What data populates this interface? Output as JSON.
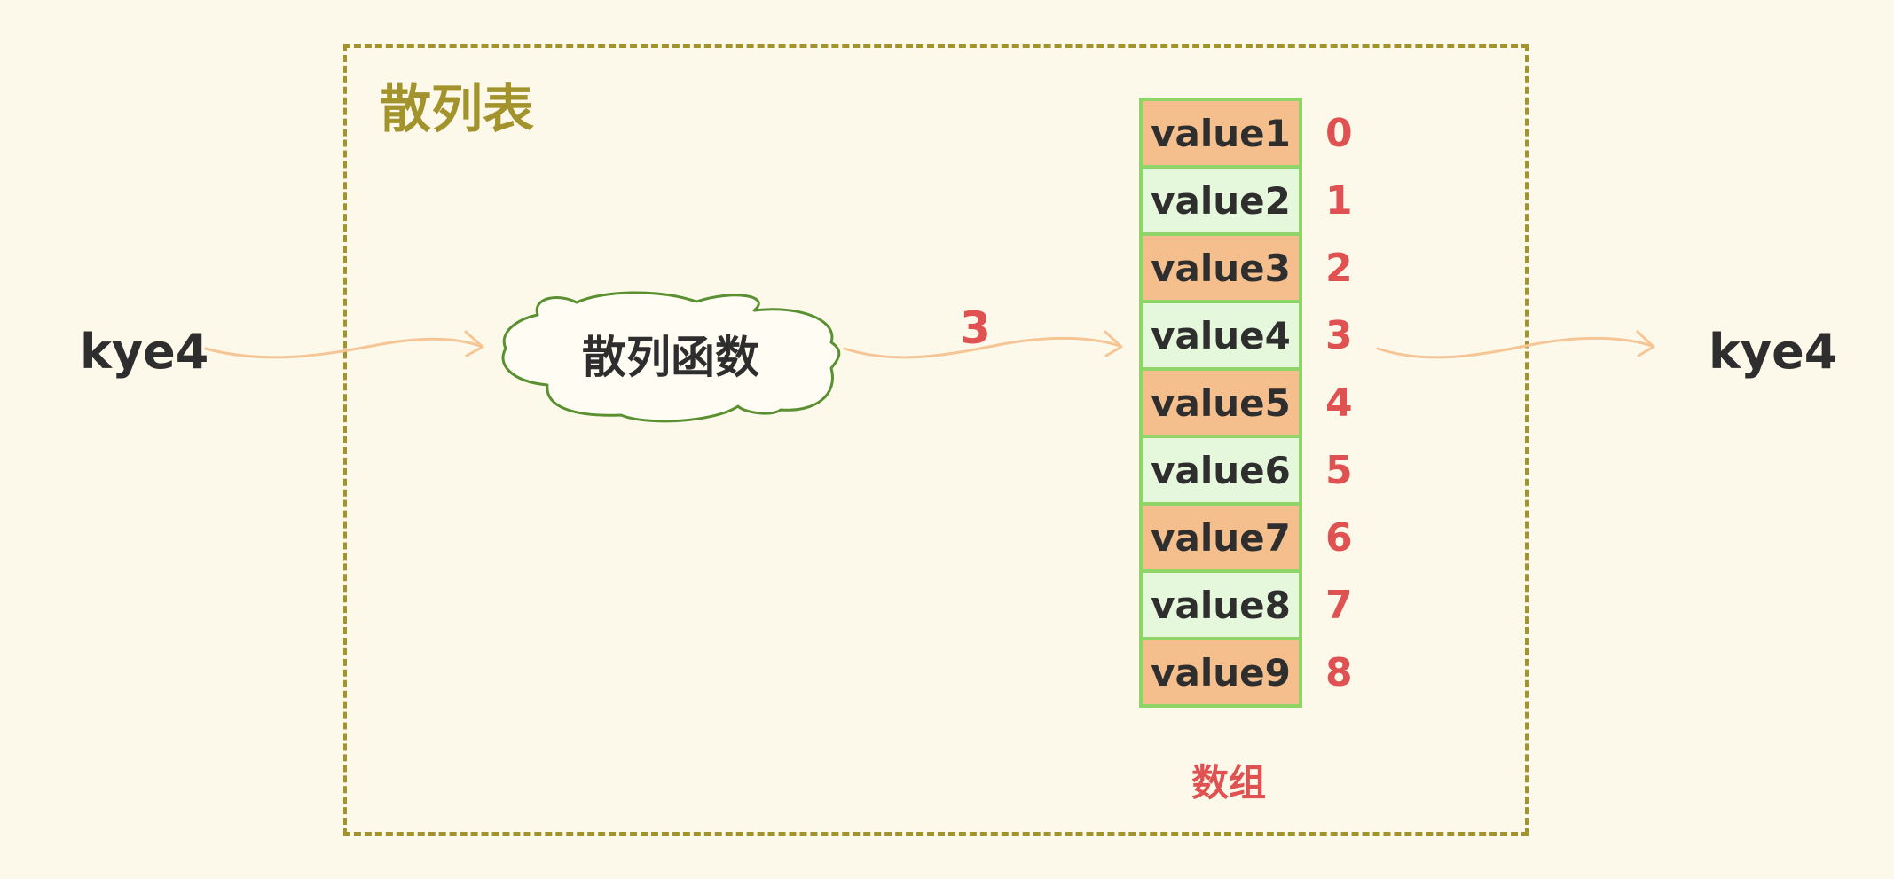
{
  "input_key": "kye4",
  "output_key": "kye4",
  "hash_table_title": "散列表",
  "hash_function_label": "散列函数",
  "hash_result": "3",
  "array_caption": "数组",
  "array": [
    {
      "value": "value1",
      "index": "0"
    },
    {
      "value": "value2",
      "index": "1"
    },
    {
      "value": "value3",
      "index": "2"
    },
    {
      "value": "value4",
      "index": "3"
    },
    {
      "value": "value5",
      "index": "4"
    },
    {
      "value": "value6",
      "index": "5"
    },
    {
      "value": "value7",
      "index": "6"
    },
    {
      "value": "value8",
      "index": "7"
    },
    {
      "value": "value9",
      "index": "8"
    }
  ],
  "colors": {
    "background": "#fdf9ea",
    "frame": "#a3932d",
    "accent_red": "#e05152",
    "arrow": "#f5c596",
    "cloud_stroke": "#5b9032",
    "cell_orange": "#f5bf8d",
    "cell_green": "#e6f8dc",
    "cell_border": "#8fd466"
  }
}
